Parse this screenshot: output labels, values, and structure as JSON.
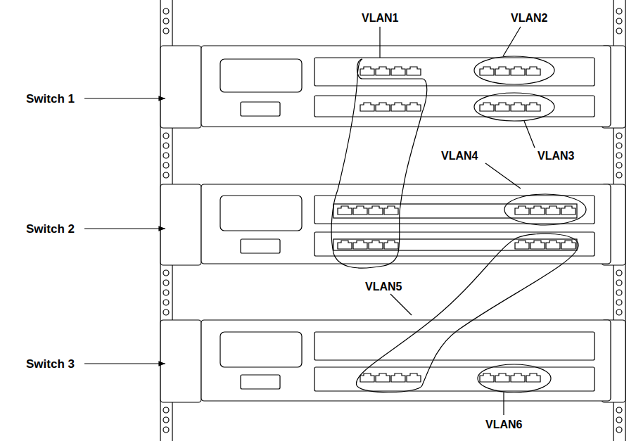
{
  "diagram": {
    "labels": [
      "VLAN1",
      "VLAN2",
      "Switch 1",
      "VLAN3",
      "VLAN4",
      "Switch 2",
      "VLAN5",
      "Switch 3",
      "VLAN6"
    ]
  }
}
